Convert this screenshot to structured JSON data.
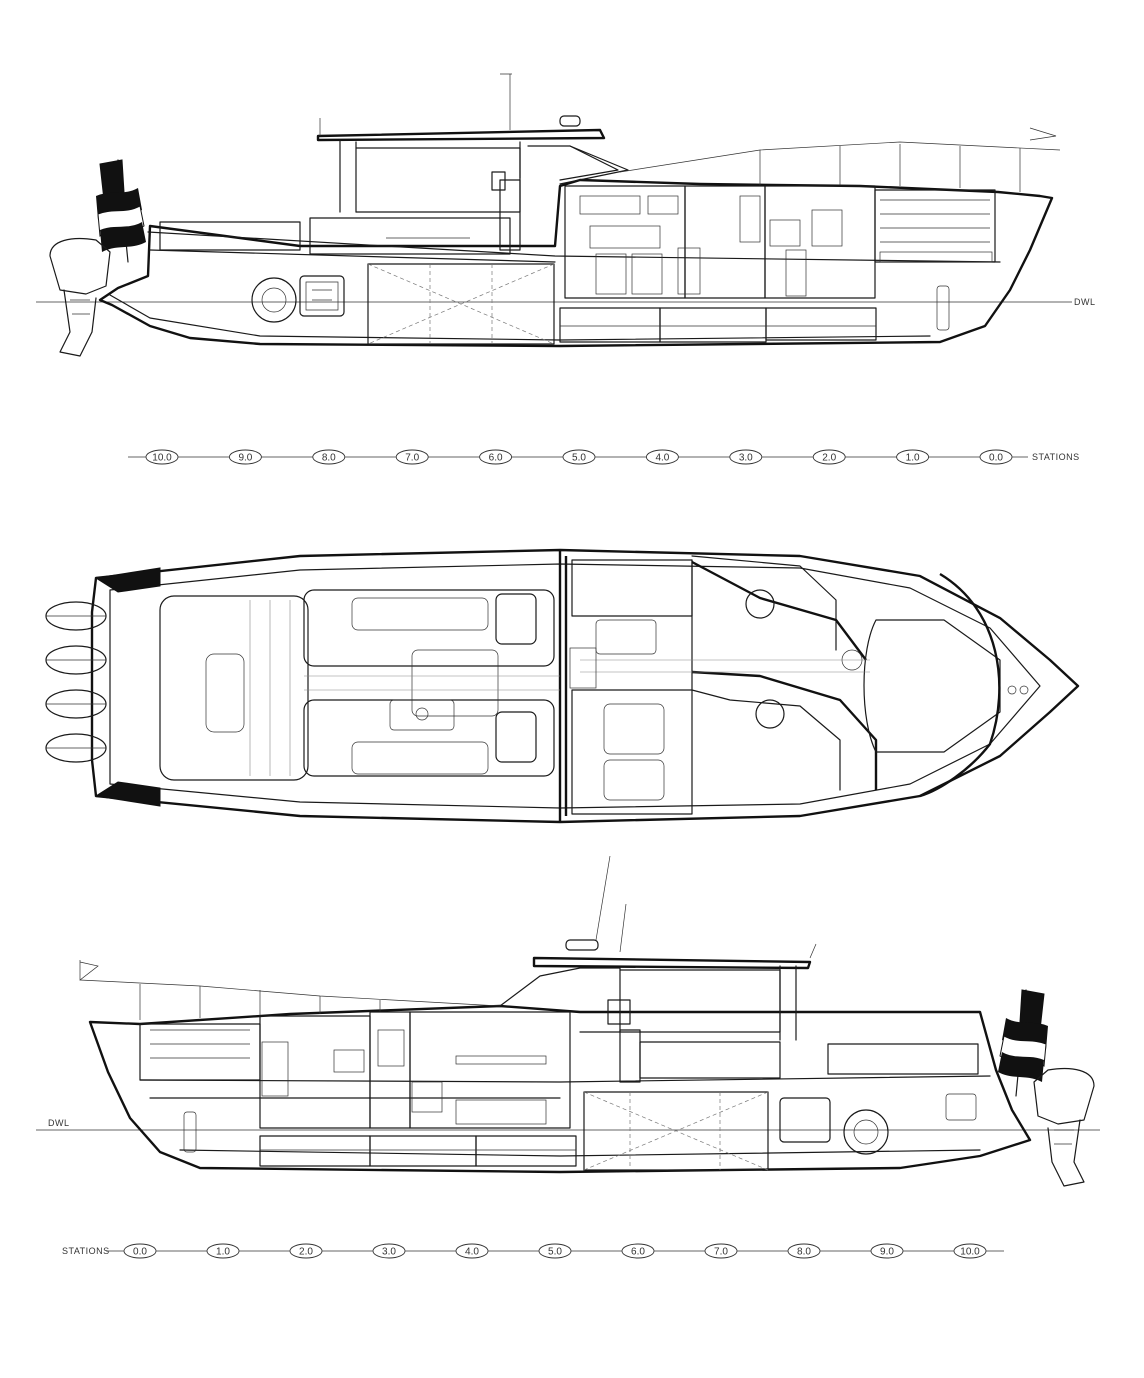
{
  "profile_top": {
    "waterline_label": "DWL",
    "stations_label": "STATIONS",
    "stations": [
      "10.0",
      "9.0",
      "8.0",
      "7.0",
      "6.0",
      "5.0",
      "4.0",
      "3.0",
      "2.0",
      "1.0",
      "0.0"
    ]
  },
  "profile_bottom": {
    "waterline_label": "DWL",
    "stations_label": "STATIONS",
    "stations": [
      "0.0",
      "1.0",
      "2.0",
      "3.0",
      "4.0",
      "5.0",
      "6.0",
      "7.0",
      "8.0",
      "9.0",
      "10.0"
    ]
  },
  "icons": {
    "flag": "flag-icon",
    "outboard": "outboard-motor-icon"
  },
  "colors": {
    "ink": "#1a1a1a",
    "paper": "#ffffff"
  }
}
